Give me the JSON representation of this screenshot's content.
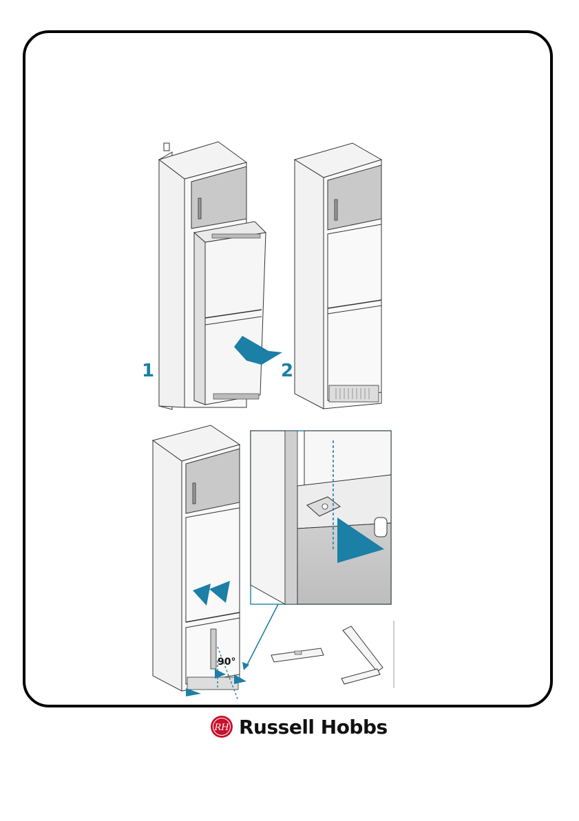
{
  "steps": {
    "step1": "1",
    "step2": "2"
  },
  "annotations": {
    "angle": "90°"
  },
  "brand": {
    "name": "Russell Hobbs",
    "logo_letters": "RH"
  },
  "colors": {
    "accent": "#1b7fa6",
    "frame": "#000000",
    "cabinet": "#d4d4d4",
    "panel": "#ececec"
  }
}
